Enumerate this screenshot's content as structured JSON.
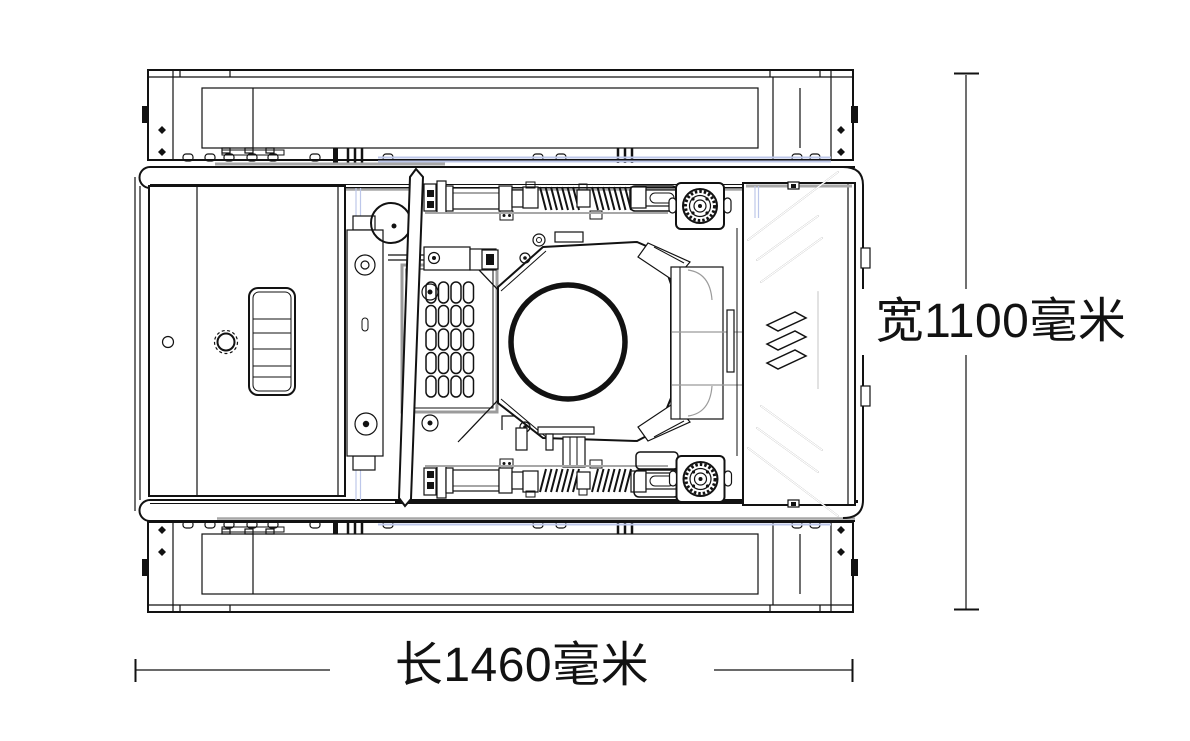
{
  "drawing": {
    "dimensions": {
      "width": {
        "label": "宽1100毫米",
        "value_mm": 1100,
        "orientation": "vertical"
      },
      "length": {
        "label": "长1460毫米",
        "value_mm": 1460,
        "orientation": "horizontal"
      }
    },
    "colors": {
      "ink": "#121212",
      "shadow": "#a7a7a7",
      "accent": "#bdc7ea",
      "grid": "#9b9b9b",
      "bg": "#ffffff"
    }
  }
}
